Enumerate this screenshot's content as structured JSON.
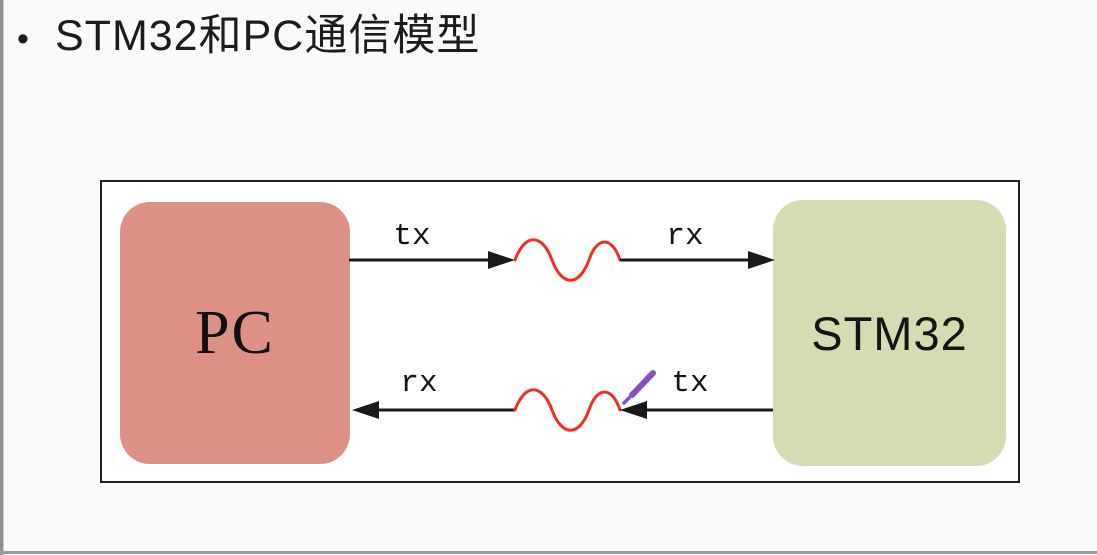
{
  "title": {
    "bullet": "•",
    "text": "STM32和PC通信模型"
  },
  "diagram": {
    "pc_node": {
      "label": "PC",
      "fill": "#DC9086"
    },
    "stm32_node": {
      "label": "STM32",
      "fill": "#D5DBB2"
    },
    "top_link": {
      "left_label": "tx",
      "right_label": "rx"
    },
    "bottom_link": {
      "left_label": "rx",
      "right_label": "tx"
    },
    "colors": {
      "line": "#1A1A1A",
      "wave": "#EF2F21",
      "pen_cursor": "#8A4FC8",
      "frame_border": "#1F1F1F",
      "frame_fill": "#FFFFFF"
    }
  },
  "page": {
    "background": "#FAFAFA",
    "edge_line": "#8E8E8E"
  }
}
